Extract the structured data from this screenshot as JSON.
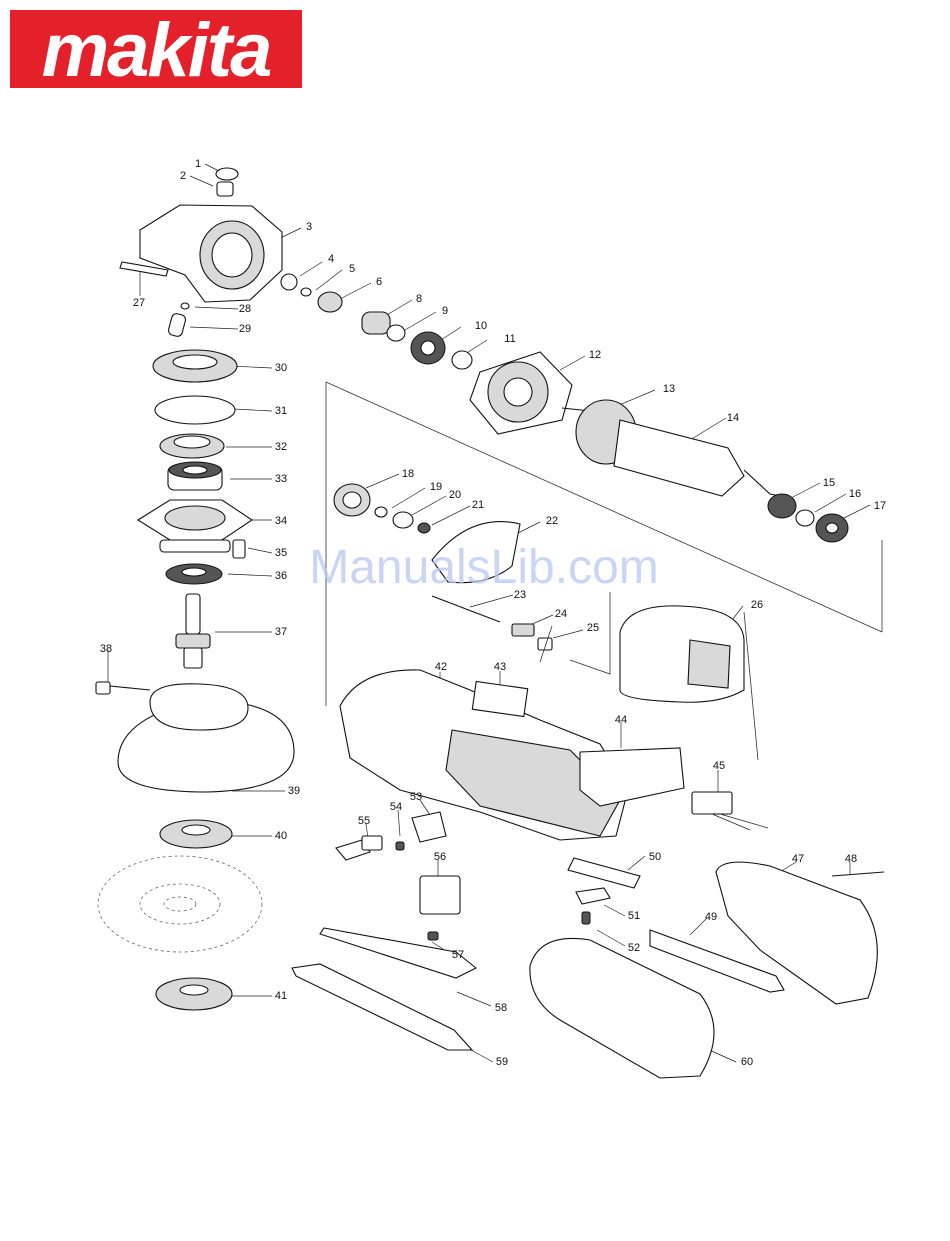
{
  "brand": {
    "logo_text": "makita",
    "registered_mark": "®",
    "color": "#e4202a"
  },
  "watermark": "ManualsLib.com",
  "callouts": [
    "1",
    "2",
    "3",
    "4",
    "5",
    "6",
    "8",
    "9",
    "10",
    "11",
    "12",
    "13",
    "14",
    "15",
    "16",
    "17",
    "18",
    "19",
    "20",
    "21",
    "22",
    "23",
    "24",
    "25",
    "26",
    "27",
    "28",
    "29",
    "30",
    "31",
    "32",
    "33",
    "34",
    "35",
    "36",
    "37",
    "38",
    "39",
    "40",
    "41",
    "42",
    "43",
    "44",
    "45",
    "47",
    "48",
    "49",
    "50",
    "51",
    "52",
    "53",
    "54",
    "55",
    "56",
    "57",
    "58",
    "59",
    "60"
  ]
}
